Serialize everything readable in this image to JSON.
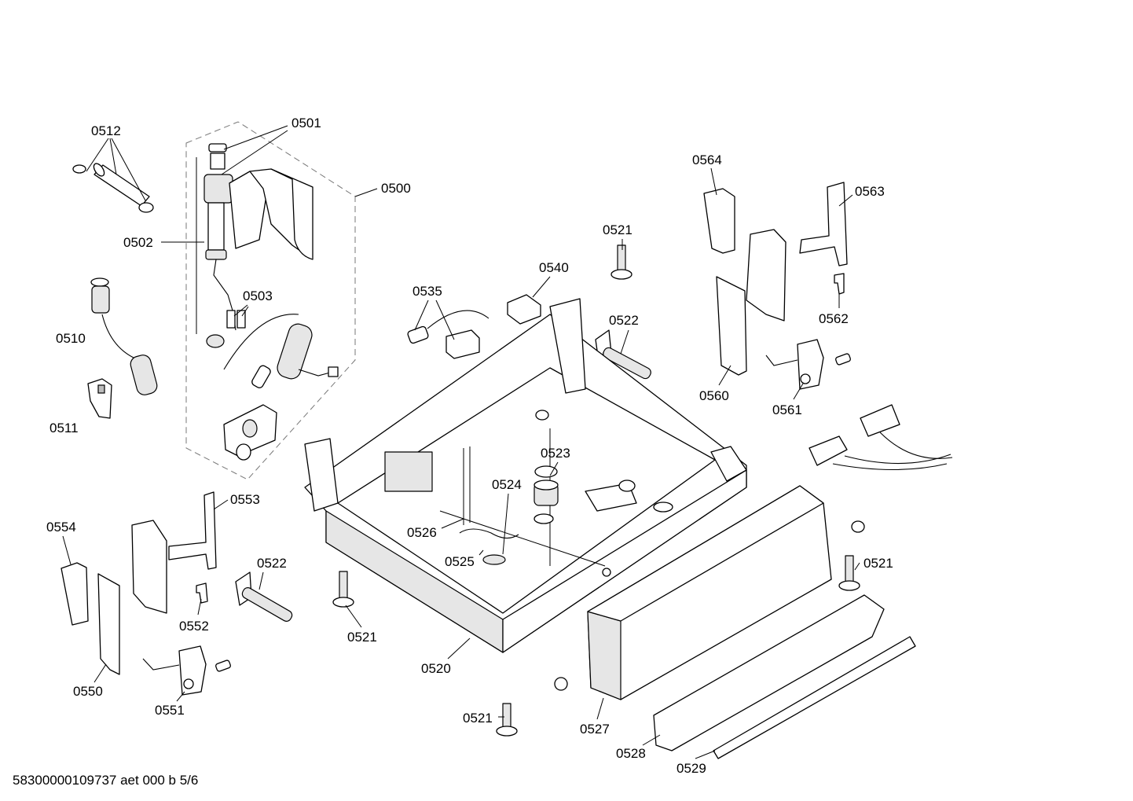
{
  "callouts": [
    {
      "id": "0512",
      "text": "0512"
    },
    {
      "id": "0501",
      "text": "0501"
    },
    {
      "id": "0500",
      "text": "0500"
    },
    {
      "id": "0502",
      "text": "0502"
    },
    {
      "id": "0503",
      "text": "0503"
    },
    {
      "id": "0510",
      "text": "0510"
    },
    {
      "id": "0511",
      "text": "0511"
    },
    {
      "id": "0535",
      "text": "0535"
    },
    {
      "id": "0540",
      "text": "0540"
    },
    {
      "id": "0521a",
      "text": "0521"
    },
    {
      "id": "0522a",
      "text": "0522"
    },
    {
      "id": "0564",
      "text": "0564"
    },
    {
      "id": "0563",
      "text": "0563"
    },
    {
      "id": "0562",
      "text": "0562"
    },
    {
      "id": "0560",
      "text": "0560"
    },
    {
      "id": "0561",
      "text": "0561"
    },
    {
      "id": "0523",
      "text": "0523"
    },
    {
      "id": "0524",
      "text": "0524"
    },
    {
      "id": "0526",
      "text": "0526"
    },
    {
      "id": "0525",
      "text": "0525"
    },
    {
      "id": "0553",
      "text": "0553"
    },
    {
      "id": "0554",
      "text": "0554"
    },
    {
      "id": "0522b",
      "text": "0522"
    },
    {
      "id": "0552",
      "text": "0552"
    },
    {
      "id": "0550",
      "text": "0550"
    },
    {
      "id": "0551",
      "text": "0551"
    },
    {
      "id": "0521b",
      "text": "0521"
    },
    {
      "id": "0520",
      "text": "0520"
    },
    {
      "id": "0521c",
      "text": "0521"
    },
    {
      "id": "0521d",
      "text": "0521"
    },
    {
      "id": "0527",
      "text": "0527"
    },
    {
      "id": "0528",
      "text": "0528"
    },
    {
      "id": "0529",
      "text": "0529"
    }
  ],
  "footer": {
    "text": "58300000109737 aet 000 b 5/6"
  }
}
